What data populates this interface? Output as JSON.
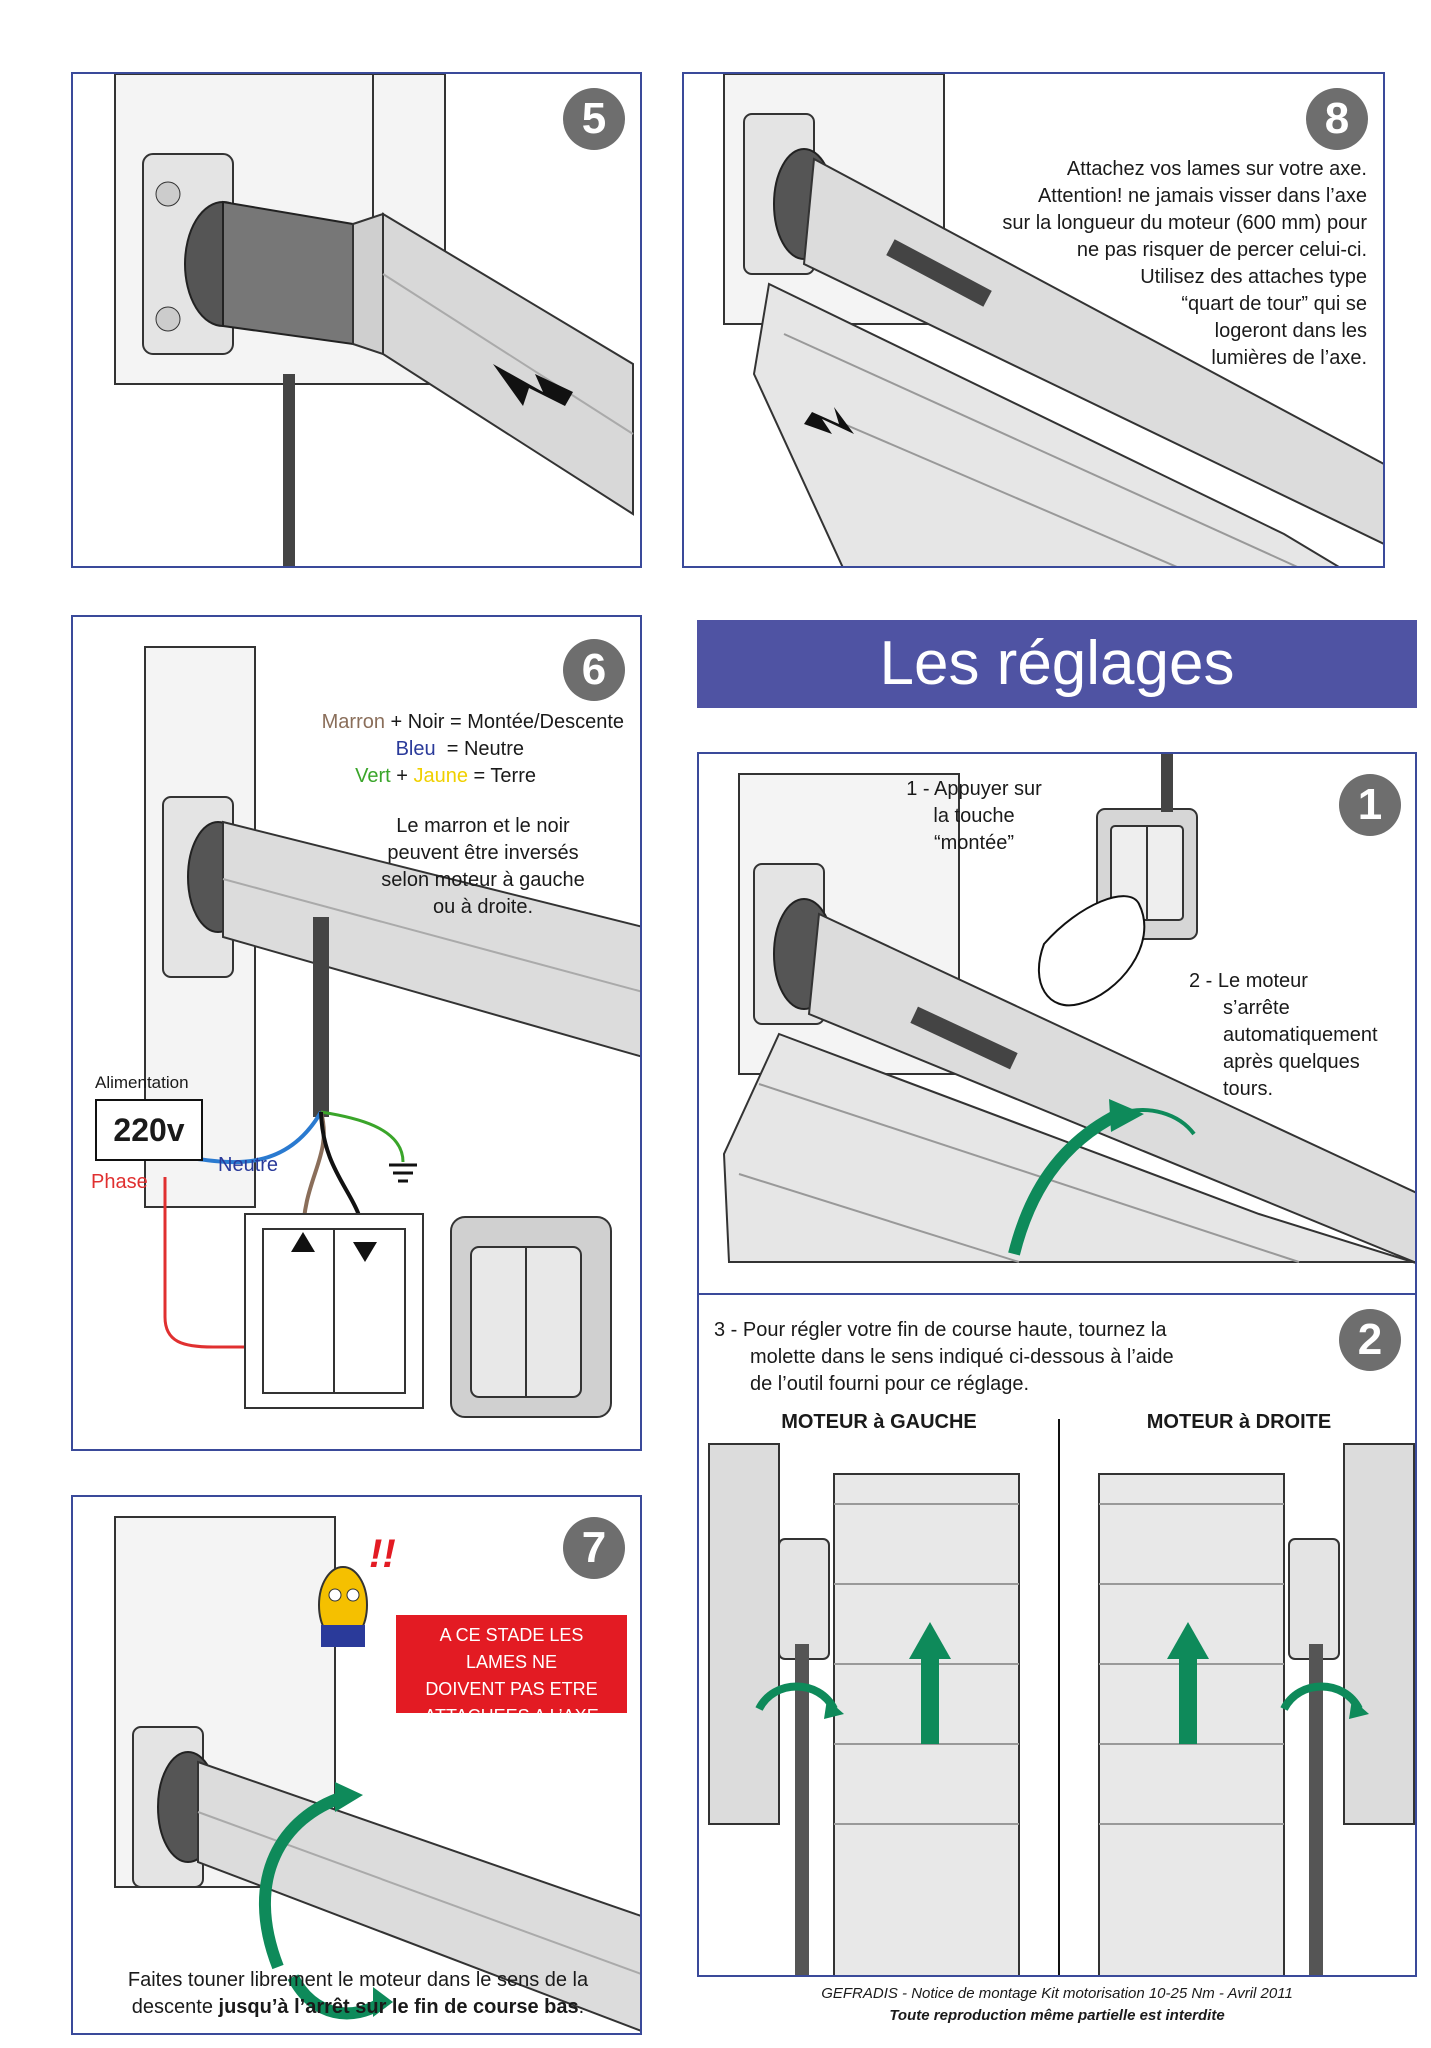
{
  "panel5": {
    "step": "5"
  },
  "panel8": {
    "step": "8",
    "lines": [
      "Attachez vos lames sur votre axe.",
      "Attention! ne jamais visser dans l’axe",
      "sur la longueur du moteur (600 mm) pour",
      "ne pas risquer de percer celui-ci.",
      "Utilisez des attaches type",
      "“quart de tour” qui se",
      "logeront dans les",
      "lumières de l’axe."
    ]
  },
  "panel6": {
    "step": "6",
    "legend": {
      "marron": "Marron",
      "plus1": " + Noir = Montée/Descente",
      "bleu": "Bleu",
      "neutre": "  = Neutre",
      "vert": "Vert",
      "plus2": " + ",
      "jaune": "Jaune",
      "terre": " = Terre"
    },
    "note": [
      "Le marron et le noir",
      "peuvent être inversés",
      "selon moteur à gauche",
      "ou à droite."
    ],
    "alimentation": "Alimentation",
    "voltage": "220v",
    "phase": "Phase",
    "neutre": "Neutre"
  },
  "panel7": {
    "step": "7",
    "warning": [
      "A CE STADE LES",
      "LAMES NE",
      "DOIVENT PAS ETRE",
      "ATTACHEES A L’AXE"
    ],
    "caption_line1": "Faites touner librement le moteur dans le sens de la",
    "caption_line2_normal": "descente ",
    "caption_line2_bold": "jusqu’à l’arrêt sur le fin de course bas",
    "caption_line2_end": "."
  },
  "banner": {
    "title": "Les réglages"
  },
  "panel1": {
    "step": "1",
    "instruction1": [
      "1 - Appuyer sur",
      "la touche",
      "“montée”"
    ],
    "instruction2": [
      "2 - Le moteur",
      "s’arrête",
      "automatiquement",
      "après quelques",
      "tours."
    ]
  },
  "panel2": {
    "step": "2",
    "instruction3": [
      "3 - Pour régler votre fin de course haute, tournez la",
      "molette dans le sens indiqué ci-dessous à l’aide",
      "de l’outil fourni pour ce réglage."
    ],
    "left_label": "MOTEUR à GAUCHE",
    "right_label": "MOTEUR à DROITE"
  },
  "footer": {
    "line1": "GEFRADIS - Notice de montage Kit motorisation 10-25 Nm - Avril 2011",
    "line2": "Toute reproduction même partielle est interdite"
  },
  "colors": {
    "border": "#3a4a9a",
    "banner": "#4f53a3",
    "warning": "#e31b23",
    "arrow_green": "#0e8a5a",
    "marron": "#8a6e5a",
    "bleu": "#2a3a9a",
    "vert": "#3aa52a",
    "jaune": "#f0d000",
    "phase_red": "#e03030",
    "neutral_blue": "#2a7ad0"
  }
}
